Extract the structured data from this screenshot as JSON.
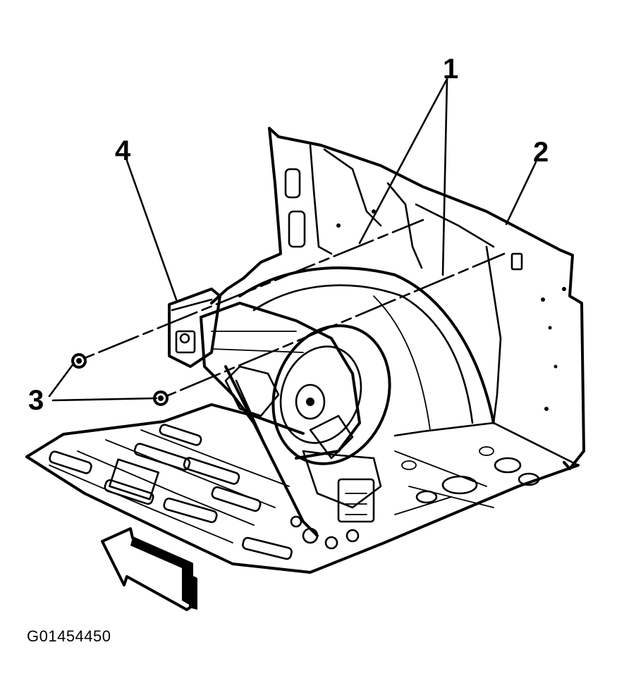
{
  "callouts": {
    "c1": "1",
    "c2": "2",
    "c3": "3",
    "c4": "4"
  },
  "figure_code": "G01454450",
  "colors": {
    "ink": "#000000",
    "paper": "#ffffff"
  },
  "icons": {
    "direction_arrow": "front-direction-arrow-icon"
  }
}
